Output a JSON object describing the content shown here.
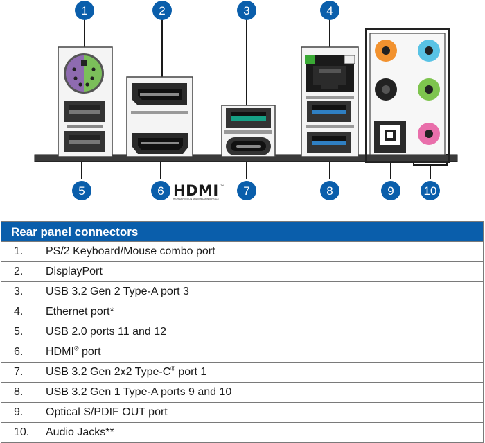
{
  "callouts": [
    "1",
    "2",
    "3",
    "4",
    "5",
    "6",
    "7",
    "8",
    "9",
    "10"
  ],
  "hdmi_logo": {
    "text": "HDMI",
    "subtext": "HIGH-DEFINITION MULTIMEDIA INTERFACE",
    "trademark": "™"
  },
  "colors": {
    "callout_blue": "#0a5eab",
    "ps2_purple": "#8e6bb0",
    "ps2_green": "#7bbf5a",
    "usb32_teal": "#16a085",
    "usb_blue": "#2f7fc2",
    "audio_orange": "#f2922f",
    "audio_lightblue": "#59c3e5",
    "audio_black": "#222222",
    "audio_green": "#7ec44e",
    "audio_pink": "#e96fab",
    "ethernet_led_green": "#3aa935"
  },
  "table": {
    "title": "Rear panel connectors",
    "rows": [
      {
        "num": "1.",
        "text": "PS/2 Keyboard/Mouse combo port"
      },
      {
        "num": "2.",
        "text": "DisplayPort"
      },
      {
        "num": "3.",
        "text": "USB 3.2 Gen 2 Type-A port 3"
      },
      {
        "num": "4.",
        "text": "Ethernet port*"
      },
      {
        "num": "5.",
        "text": "USB 2.0 ports 11 and 12"
      },
      {
        "num": "6.",
        "text": "HDMI",
        "sup": "®",
        "after": " port"
      },
      {
        "num": "7.",
        "text": "USB 3.2 Gen 2x2 Type-C",
        "sup": "®",
        "after": " port 1"
      },
      {
        "num": "8.",
        "text": "USB 3.2 Gen 1 Type-A ports 9 and 10"
      },
      {
        "num": "9.",
        "text": "Optical S/PDIF OUT port"
      },
      {
        "num": "10.",
        "text": "Audio Jacks**"
      }
    ]
  }
}
